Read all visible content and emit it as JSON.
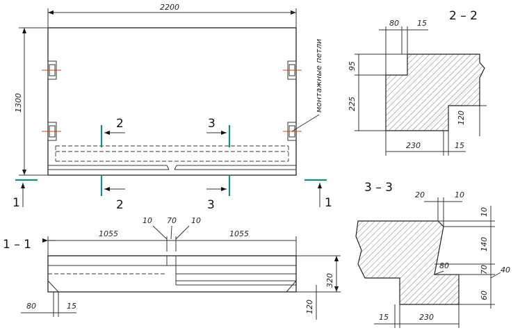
{
  "plan": {
    "dim_length": "2200",
    "dim_width": "1300",
    "label_loops": "монтажные петли",
    "cut_2_top": "2",
    "cut_2_bottom": "2",
    "cut_3_top": "3",
    "cut_3_bottom": "3",
    "cut_1_left": "1",
    "cut_1_right": "1"
  },
  "section_11": {
    "title": "1 – 1",
    "dim_left": "1055",
    "dim_right": "1055",
    "dim_gap_a": "10",
    "dim_gap_b": "70",
    "dim_gap_c": "10",
    "dim_height": "320",
    "dim_bottom": "120",
    "dim_offset_a": "80",
    "dim_offset_b": "15"
  },
  "section_22": {
    "title": "2 – 2",
    "dim_top_a": "80",
    "dim_top_b": "15",
    "dim_left_a": "95",
    "dim_left_b": "225",
    "dim_right": "120",
    "dim_bottom_a": "230",
    "dim_bottom_b": "15"
  },
  "section_33": {
    "title": "3 – 3",
    "dim_top_a": "20",
    "dim_top_b": "10",
    "dim_r1": "10",
    "dim_r2": "140",
    "dim_r3": "70",
    "dim_r4": "60",
    "dim_side": "40",
    "dim_inner": "80",
    "dim_bottom_a": "15",
    "dim_bottom_b": "230"
  }
}
